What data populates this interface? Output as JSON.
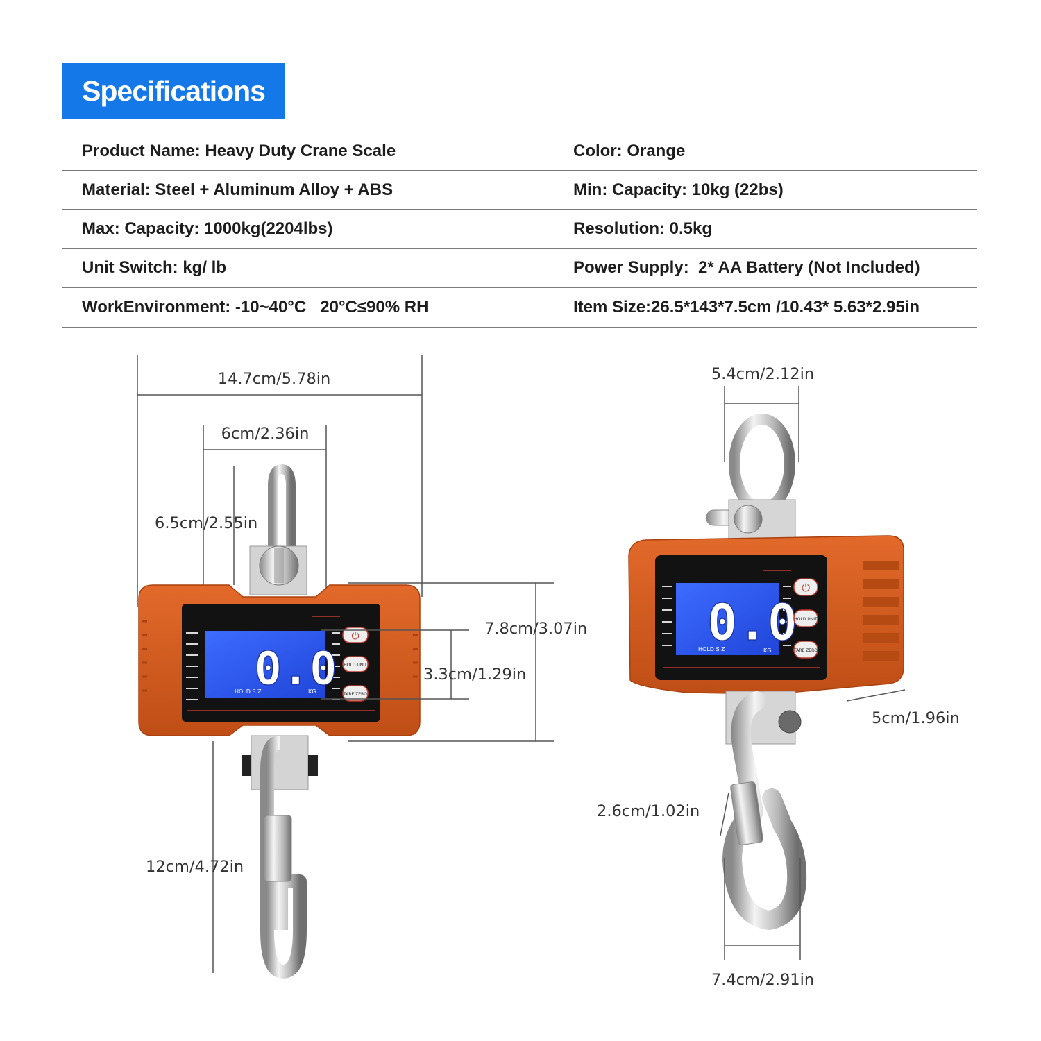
{
  "header": {
    "title": "Specifications"
  },
  "specs": [
    {
      "left": "Product Name: Heavy Duty Crane Scale",
      "right": "Color: Orange"
    },
    {
      "left": "Material: Steel + Aluminum Alloy + ABS",
      "right": "Min: Capacity: 10kg (22bs)"
    },
    {
      "left": "Max: Capacity: 1000kg(2204lbs)",
      "right": "Resolution: 0.5kg"
    },
    {
      "left": "Unit Switch: kg/ lb",
      "right": "Power Supply:  2* AA Battery (Not Included)"
    },
    {
      "left": "WorkEnvironment: -10~40°C   20°C≤90% RH",
      "right": "Item Size:26.5*143*7.5cm /10.43* 5.63*2.95in"
    }
  ],
  "front_view": {
    "dims": {
      "total_width": "14.7cm/5.78in",
      "display_width": "6cm/2.36in",
      "shackle_height": "6.5cm/2.55in",
      "body_height": "7.8cm/3.07in",
      "display_height": "3.3cm/1.29in",
      "hook_length": "12cm/4.72in"
    },
    "display": {
      "reading": "0.0",
      "indicators": "HOLD  S  Z",
      "unit": "KG"
    },
    "buttons": {
      "power": "⏻",
      "hold_unit": "HOLD UNIT",
      "tare_zero": "TARE ZERO"
    }
  },
  "side_view": {
    "dims": {
      "shackle_width": "5.4cm/2.12in",
      "depth": "5cm/1.96in",
      "hook_opening": "2.6cm/1.02in",
      "hook_width": "7.4cm/2.91in"
    },
    "display": {
      "reading": "0.0",
      "indicators": "HOLD  S  Z",
      "unit": "KG"
    },
    "buttons": {
      "power": "⏻",
      "hold_unit": "HOLD UNIT",
      "tare_zero": "TARE ZERO"
    }
  },
  "colors": {
    "banner": "#1478e8",
    "body": "#d35a1c",
    "lcd": "#2f5cf0"
  }
}
